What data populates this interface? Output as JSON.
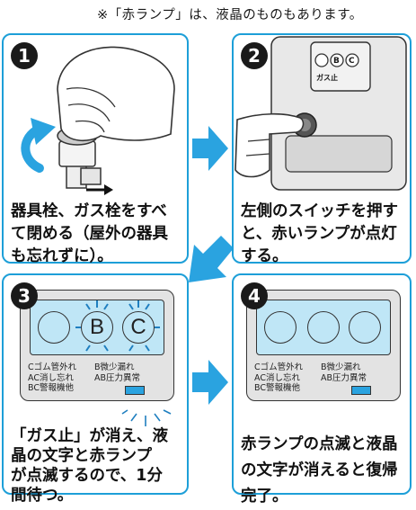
{
  "note": "※「赤ランプ」は、液晶のものもあります。",
  "steps": [
    {
      "number": "1",
      "caption": "器具栓、ガス栓をすべ\nて閉める（屋外の器具\nも忘れずに）。"
    },
    {
      "number": "2",
      "caption": "左側のスイッチを押す\nと、赤いランプが点灯\nする。",
      "device": {
        "label": "ガス止",
        "b": "B",
        "c": "C"
      }
    },
    {
      "number": "3",
      "caption": "「ガス止」が消え、液\n晶の文字と赤ランプ\nが点滅するので、1分\n間待つ。"
    },
    {
      "number": "4",
      "caption": "赤ランプの点滅と液晶\nの文字が消えると復帰\n完了。"
    }
  ],
  "device_panel": {
    "rings": [
      "",
      "B",
      "C"
    ],
    "labels": [
      [
        "Cゴム管外れ",
        "B微少漏れ"
      ],
      [
        "AC消し忘れ",
        "AB圧力異常"
      ],
      [
        "BC警報機他",
        ""
      ]
    ]
  },
  "colors": {
    "accent": "#1d9fd8",
    "arrow": "#2aa3e0",
    "lcd": "#bfe6f6"
  }
}
